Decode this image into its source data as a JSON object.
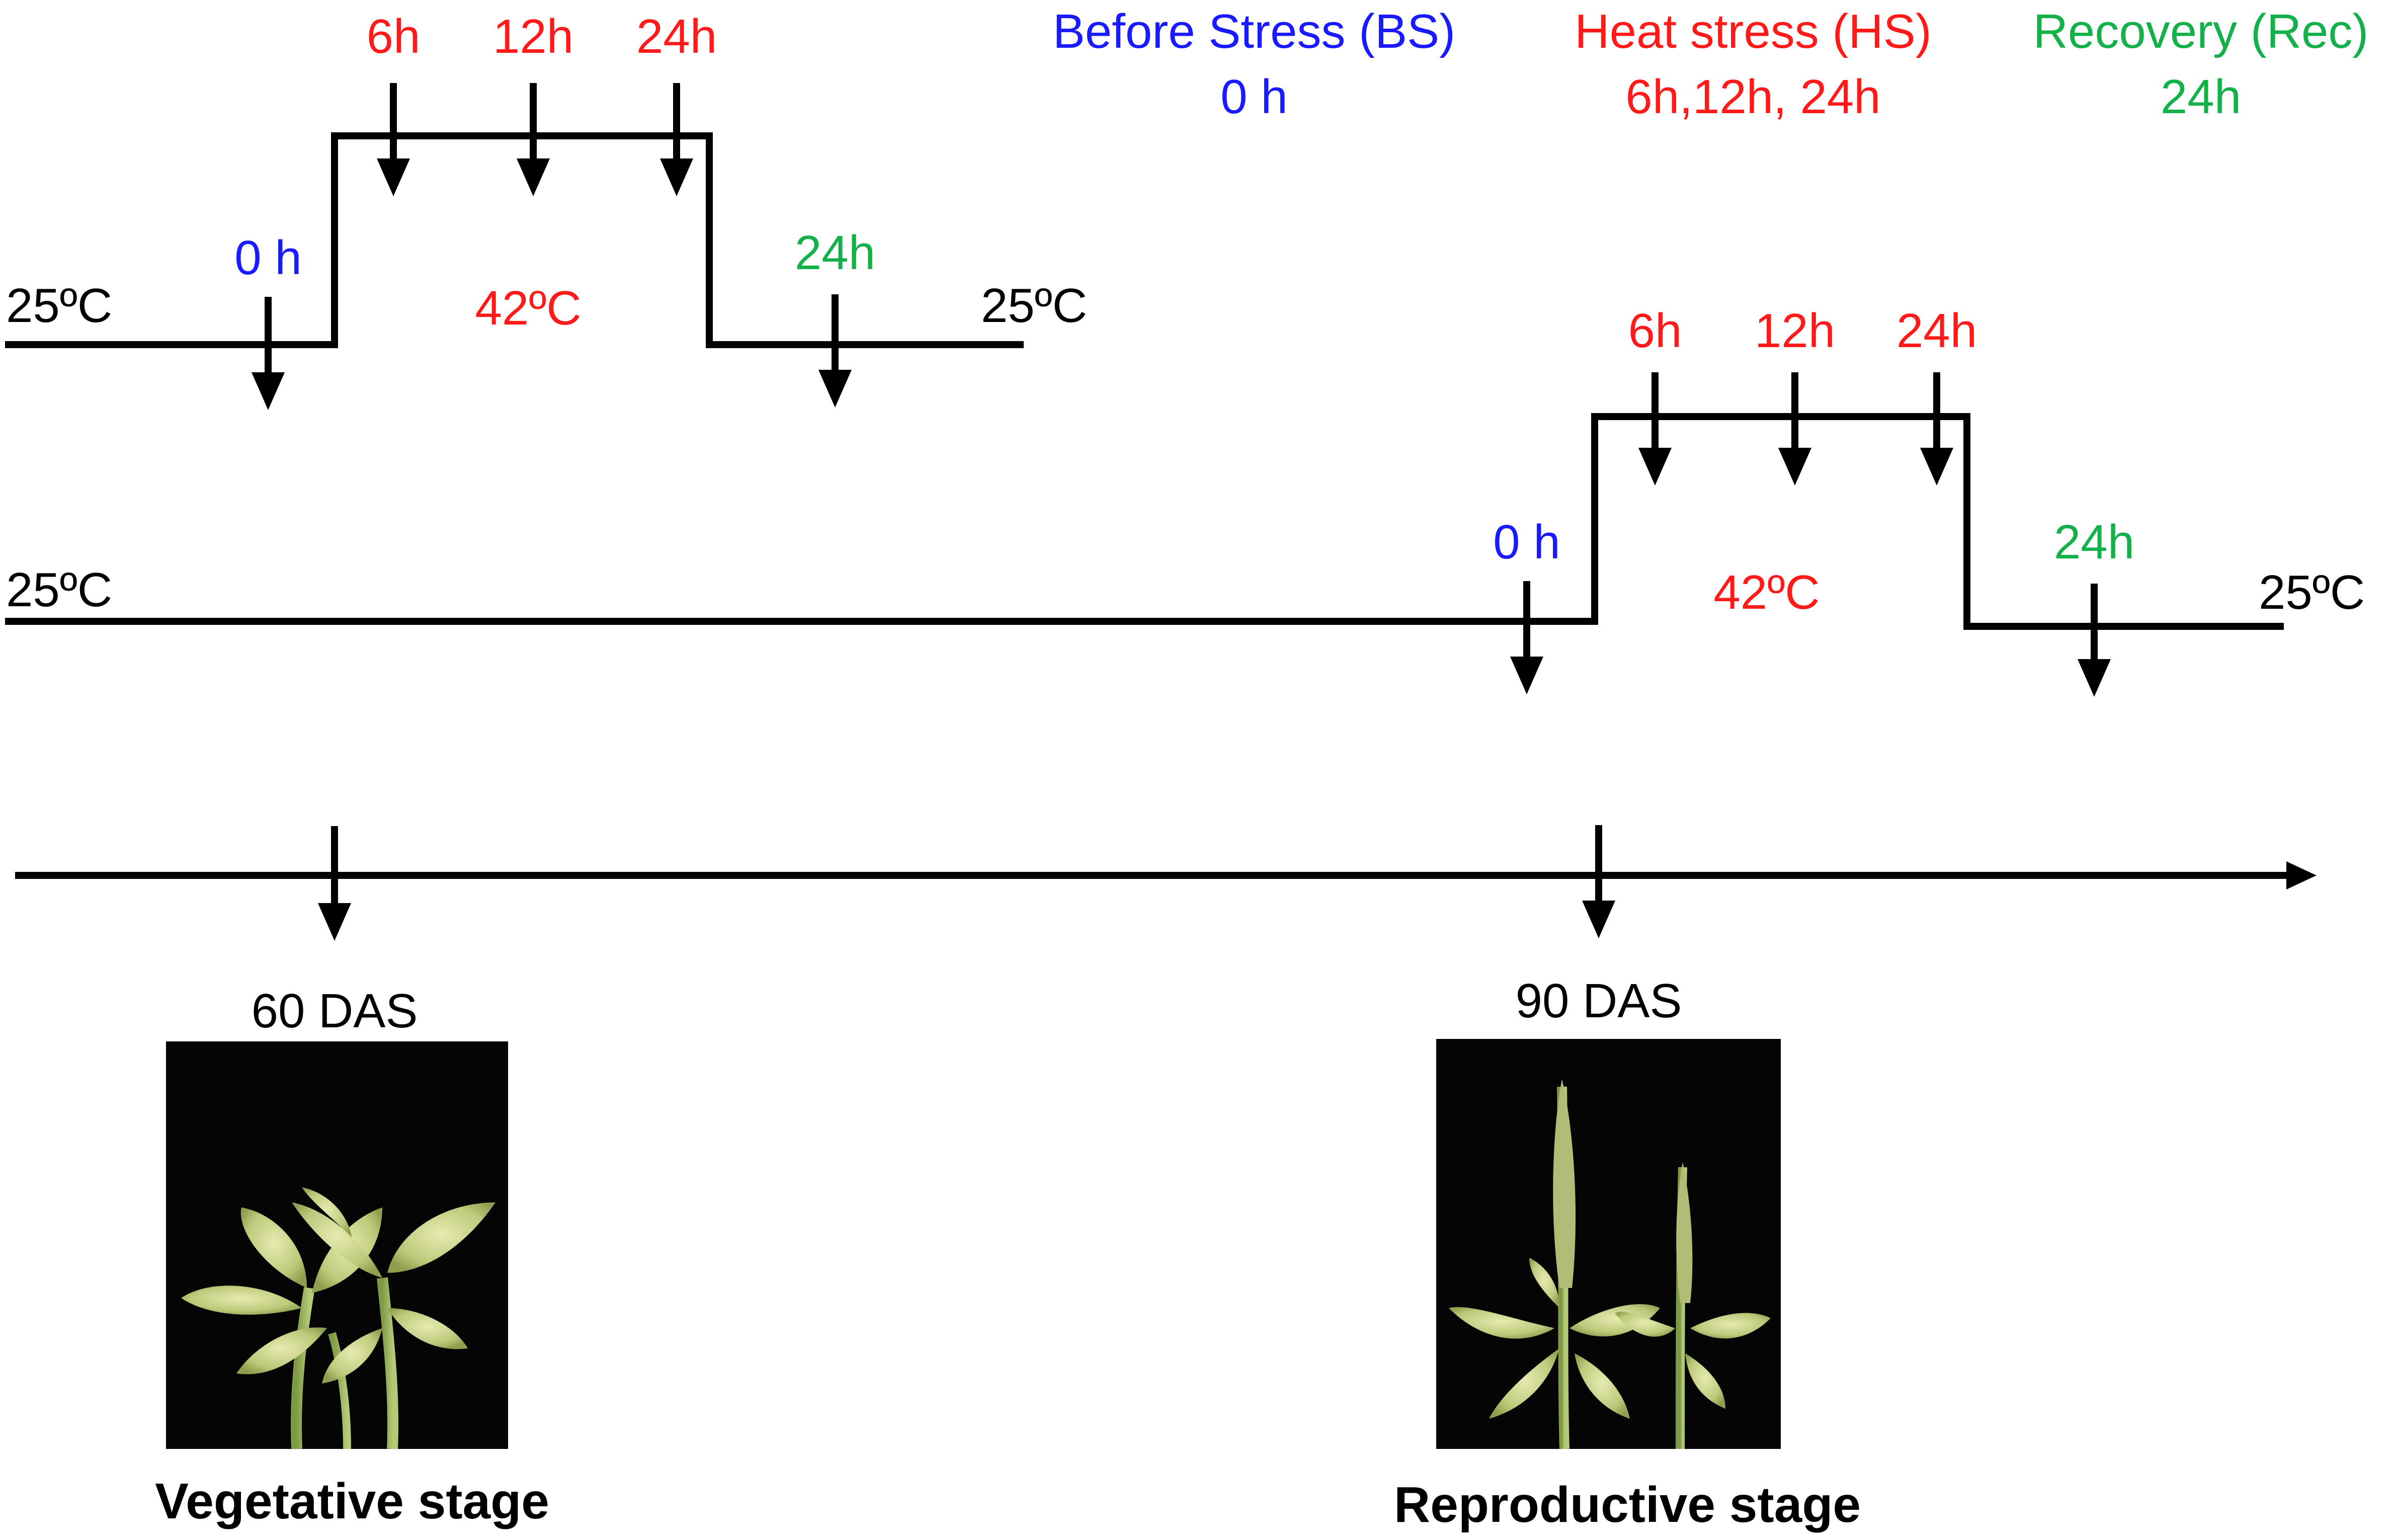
{
  "colors": {
    "before": "#1a1aff",
    "heat": "#ff1a1a",
    "recovery": "#14b04a",
    "text": "#000000",
    "photo_bg": "#050505"
  },
  "legend": {
    "before": {
      "title": "Before Stress (BS)",
      "value": "0 h"
    },
    "heat": {
      "title": "Heat stress (HS)",
      "value": "6h,12h, 24h"
    },
    "recovery": {
      "title": "Recovery (Rec)",
      "value": "24h"
    }
  },
  "vegetative": {
    "temp_left": "25ºC",
    "temp_stress": "42ºC",
    "temp_right": "25ºC",
    "sample_before": "0 h",
    "samples_heat": [
      "6h",
      "12h",
      "24h"
    ],
    "sample_recovery": "24h",
    "das": "60 DAS",
    "stage": "Vegetative stage"
  },
  "reproductive": {
    "temp_left": "25ºC",
    "temp_stress": "42ºC",
    "temp_right": "25ºC",
    "sample_before": "0 h",
    "samples_heat": [
      "6h",
      "12h",
      "24h"
    ],
    "sample_recovery": "24h",
    "das": "90 DAS",
    "stage": "Reproductive stage"
  }
}
